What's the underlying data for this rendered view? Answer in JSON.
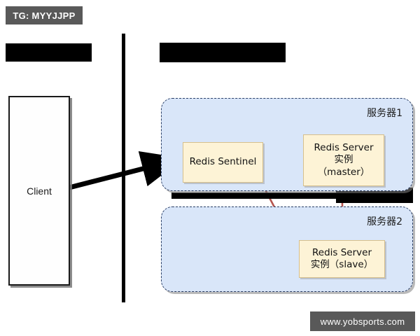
{
  "watermarks": {
    "top_badge": "TG: MYYJJPP",
    "bottom_badge": "www.yobsports.com"
  },
  "headings": {
    "left": "",
    "right": ""
  },
  "client": {
    "label": "Client"
  },
  "servers": [
    {
      "label": "服务器1",
      "nodes": [
        {
          "name": "redis-sentinel",
          "lines": [
            "Redis Sentinel"
          ]
        },
        {
          "name": "redis-server-master",
          "lines": [
            "Redis Server",
            "实例",
            "（master）"
          ]
        }
      ]
    },
    {
      "label": "服务器2",
      "nodes": [
        {
          "name": "redis-server-slave",
          "lines": [
            "Redis Server",
            "实例（slave）"
          ]
        }
      ]
    }
  ],
  "connections": [
    {
      "from": "client",
      "to": "redis-sentinel",
      "color": "#000000",
      "style": "solid"
    },
    {
      "from": "redis-sentinel",
      "to": "redis-server-master",
      "color": "#000000",
      "style": "solid"
    },
    {
      "from": "redis-sentinel",
      "to": "redis-server-slave",
      "color": "#b5554f",
      "style": "solid"
    },
    {
      "from": "redis-server-master",
      "to": "redis-server-slave",
      "color": "#b5554f",
      "style": "solid"
    }
  ],
  "colors": {
    "panel_fill": "#d9e6f9",
    "panel_border": "#2b3f66",
    "node_fill": "#fdf3d6",
    "node_border": "#d6bf8c",
    "arrow_black": "#000000",
    "arrow_red": "#b5554f",
    "badge_bg": "#595959",
    "redaction": "#000000"
  }
}
